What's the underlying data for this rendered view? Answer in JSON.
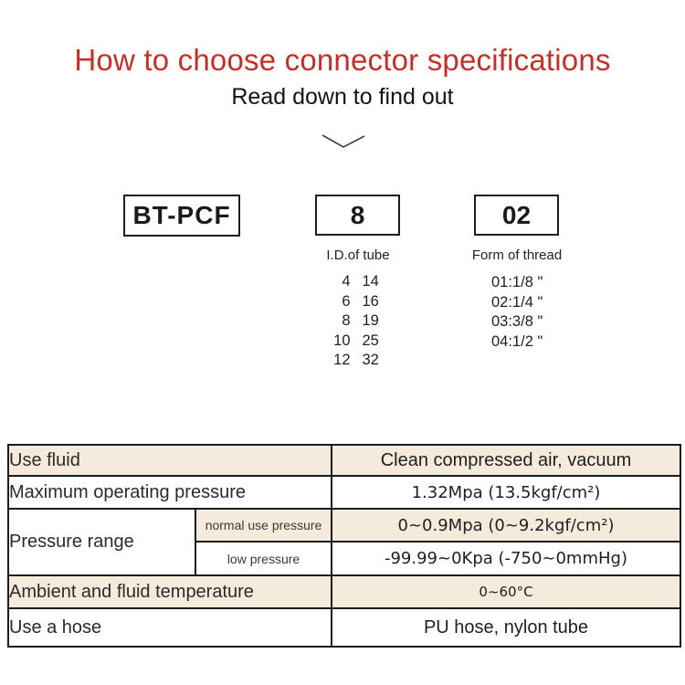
{
  "header": {
    "title": "How to choose connector specifications",
    "subtitle": "Read down to find out"
  },
  "diagram": {
    "model": {
      "code": "BT-PCF"
    },
    "tube": {
      "code": "8",
      "label": "I.D.of tube",
      "rows": [
        {
          "id": "4",
          "size": "14"
        },
        {
          "id": "6",
          "size": "16"
        },
        {
          "id": "8",
          "size": "19"
        },
        {
          "id": "10",
          "size": "25"
        },
        {
          "id": "12",
          "size": "32"
        }
      ]
    },
    "thread": {
      "code": "02",
      "label": "Form of thread",
      "options": [
        "01:1/8 \"",
        "02:1/4 \"",
        "03:3/8 \"",
        "04:1/2 \""
      ]
    }
  },
  "spec_table": {
    "use_fluid": {
      "label": "Use fluid",
      "value": "Clean compressed air, vacuum"
    },
    "max_pressure": {
      "label": "Maximum operating pressure",
      "value": "1.32Mpa (13.5kgf/cm²)"
    },
    "pressure_range": {
      "label": "Pressure range",
      "normal": {
        "label": "normal use pressure",
        "value": "0~0.9Mpa (0~9.2kgf/cm²)"
      },
      "low": {
        "label": "low pressure",
        "value": "-99.99~0Kpa (-750~0mmHg)"
      }
    },
    "temperature": {
      "label": "Ambient and fluid temperature",
      "value": "0~60°C"
    },
    "hose": {
      "label": "Use a hose",
      "value": "PU hose, nylon tube"
    }
  },
  "colors": {
    "title_red": "#c43027",
    "row_beige": "#f4ebdc",
    "table_border": "#1b1b1b"
  }
}
